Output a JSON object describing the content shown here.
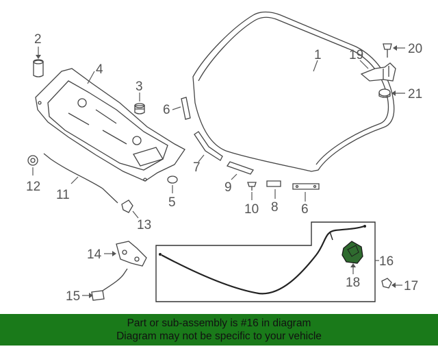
{
  "diagram": {
    "callouts": {
      "c1": "1",
      "c2": "2",
      "c3": "3",
      "c4": "4",
      "c5": "5",
      "c6a": "6",
      "c6b": "6",
      "c7": "7",
      "c8": "8",
      "c9": "9",
      "c10": "10",
      "c11": "11",
      "c12": "12",
      "c13": "13",
      "c14": "14",
      "c15": "15",
      "c16": "16",
      "c17": "17",
      "c18": "18",
      "c19": "19",
      "c20": "20",
      "c21": "21"
    },
    "colors": {
      "highlight_fill": "#2f6b2f",
      "banner_bg": "#1a7a1a",
      "line": "#444444"
    }
  },
  "banner": {
    "line1": "Part or sub-assembly is #16 in diagram",
    "line2": "Diagram may not be specific to your vehicle"
  }
}
